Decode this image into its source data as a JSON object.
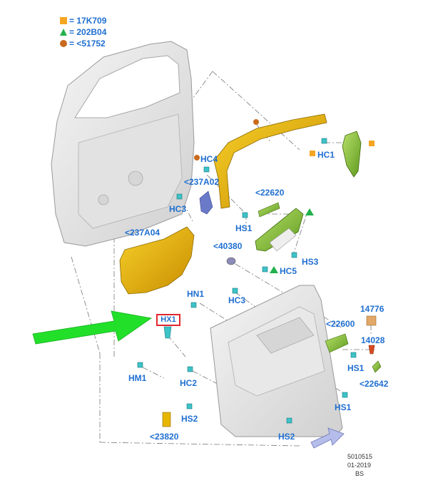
{
  "legend": [
    {
      "symbol": "square-icon",
      "color": "#f5a623",
      "text": "= 17K709"
    },
    {
      "symbol": "triangle-icon",
      "color": "#22b14c",
      "text": "= 202B04"
    },
    {
      "symbol": "circle-icon",
      "color": "#c96a1e",
      "text": "= <51752"
    }
  ],
  "labels": {
    "hc4": "HC4",
    "hc1": "HC1",
    "l237a02": "<237A02",
    "hc3_top": "HC3",
    "l22620": "<22620",
    "hs1_mid": "HS1",
    "l237a04": "<237A04",
    "l40380": "<40380",
    "hs3": "HS3",
    "hc5": "HC5",
    "hn1": "HN1",
    "hc3_mid": "HC3",
    "hx1": "HX1",
    "l14776": "14776",
    "l22600": "<22600",
    "l14028": "14028",
    "hs1_right": "HS1",
    "l22642": "<22642",
    "hm1": "HM1",
    "hc2": "HC2",
    "hs1_bottom": "HS1",
    "hs2_left": "HS2",
    "l23820": "<23820",
    "hs2_bottom": "HS2"
  },
  "footer": {
    "code": "5010515",
    "date": "01-2019",
    "initials": "BS"
  },
  "colors": {
    "label": "#1f6fd1",
    "highlight_border": "#e0262f",
    "pointer_arrow": "#22e02a",
    "part_yellow": "#e7b600",
    "part_green": "#8cc63f",
    "clip": "#3cc3c8"
  }
}
